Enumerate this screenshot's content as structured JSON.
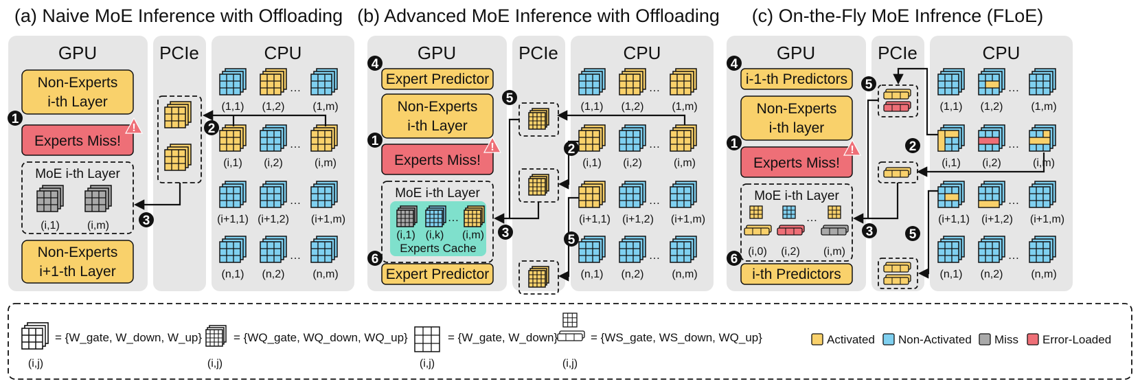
{
  "colors": {
    "activated": "#F9D16B",
    "non_activated": "#7FD0F0",
    "miss": "#A9A9A9",
    "error_loaded": "#EE6F77",
    "panel": "#E6E6E6",
    "cache": "#7FE0CC"
  },
  "panel_a": {
    "title": "(a) Naive MoE Inference with Offloading",
    "gpu": "GPU",
    "pcie": "PCIe",
    "cpu": "CPU",
    "non_experts_top": [
      "Non-Experts",
      "i-th Layer"
    ],
    "experts_miss": "Experts Miss!",
    "moe_layer": "MoE i-th Layer",
    "non_experts_bottom": [
      "Non-Experts",
      "i+1-th Layer"
    ],
    "moe_labels": [
      "(i,1)",
      "(i,m)"
    ],
    "cpu_rows": [
      [
        "(1,1)",
        "(1,2)",
        "(1,m)"
      ],
      [
        "(i,1)",
        "(i,2)",
        "(i,m)"
      ],
      [
        "(i+1,1)",
        "(i+1,2)",
        "(i+1,m)"
      ],
      [
        "(n,1)",
        "(n,2)",
        "(n,m)"
      ]
    ],
    "steps": [
      "1",
      "2",
      "3"
    ]
  },
  "panel_b": {
    "title": "(b) Advanced MoE Inference with Offloading",
    "gpu": "GPU",
    "pcie": "PCIe",
    "cpu": "CPU",
    "expert_predictor": "Expert Predictor",
    "non_experts_top": [
      "Non-Experts",
      "i-th Layer"
    ],
    "experts_miss": "Experts Miss!",
    "moe_layer": "MoE i-th Layer",
    "cache_labels": [
      "(i,1)",
      "(i,k)",
      "(i,m)"
    ],
    "experts_cache": "Experts Cache",
    "cpu_rows": [
      [
        "(1,1)",
        "(1,2)",
        "(1,m)"
      ],
      [
        "(i,1)",
        "(i,2)",
        "(i,m)"
      ],
      [
        "(i+1,1)",
        "(i+1,2)",
        "(i+1,m)"
      ],
      [
        "(n,1)",
        "(n,2)",
        "(n,m)"
      ]
    ],
    "steps": [
      "1",
      "2",
      "3",
      "4",
      "5",
      "6"
    ]
  },
  "panel_c": {
    "title": "(c) On-the-Fly MoE Infrence (FLoE)",
    "gpu": "GPU",
    "pcie": "PCIe",
    "cpu": "CPU",
    "prev_predictors": "i-1-th Predictors",
    "non_experts_top": [
      "Non-Experts",
      "i-th layer"
    ],
    "experts_miss": "Experts Miss!",
    "moe_layer": "MoE i-th Layer",
    "moe_labels": [
      "(i,0)",
      "(i,2)",
      "(i,m)"
    ],
    "predictors": "i-th Predictors",
    "cpu_rows": [
      [
        "(1,1)",
        "(1,2)",
        "(1,m)"
      ],
      [
        "(i,1)",
        "(i,2)",
        "(i,m)"
      ],
      [
        "(i+1,1)",
        "(i+1,2)",
        "(i+1,m)"
      ],
      [
        "(n,1)",
        "(n,2)",
        "(n,m)"
      ]
    ],
    "steps": [
      "2",
      "3",
      "4",
      "5",
      "6"
    ]
  },
  "legend": {
    "f1": "= {W_gate, W_down, W_up}",
    "f2": "= {WQ_gate, WQ_down, WQ_up}",
    "f3": "= {W_gate, W_down}",
    "f4": "= {WS_gate, WS_down, WQ_up}",
    "sym_labels": [
      "(i,j)",
      "(i,j)",
      "(i,j)",
      "(i,j)"
    ],
    "activated": "Activated",
    "non_activated": "Non-Activated",
    "miss": "Miss",
    "error_loaded": "Error-Loaded"
  }
}
